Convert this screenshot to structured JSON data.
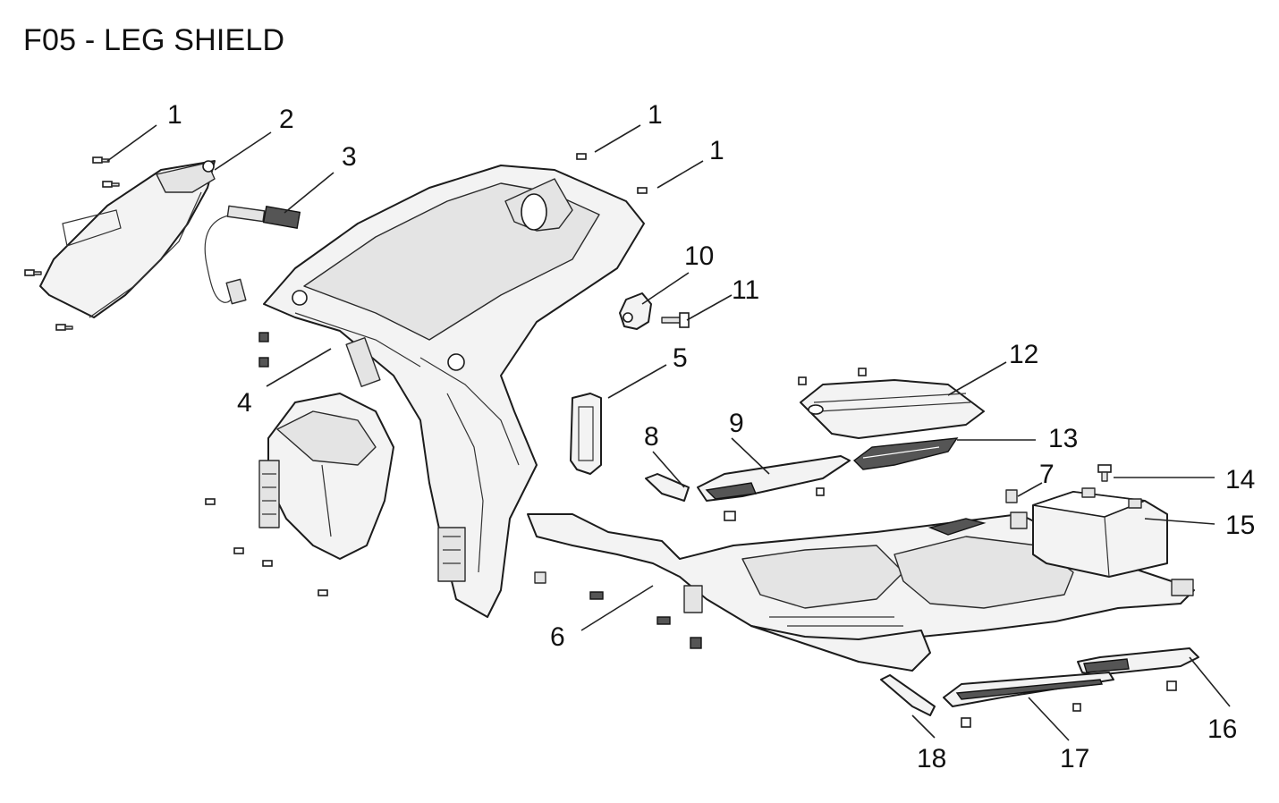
{
  "page": {
    "title": "F05 - LEG SHIELD"
  },
  "callouts": [
    {
      "id": "c1a",
      "label": "1"
    },
    {
      "id": "c2",
      "label": "2"
    },
    {
      "id": "c3",
      "label": "3"
    },
    {
      "id": "c1b",
      "label": "1"
    },
    {
      "id": "c1c",
      "label": "1"
    },
    {
      "id": "c10",
      "label": "10"
    },
    {
      "id": "c11",
      "label": "11"
    },
    {
      "id": "c4",
      "label": "4"
    },
    {
      "id": "c5",
      "label": "5"
    },
    {
      "id": "c12",
      "label": "12"
    },
    {
      "id": "c9",
      "label": "9"
    },
    {
      "id": "c8",
      "label": "8"
    },
    {
      "id": "c13",
      "label": "13"
    },
    {
      "id": "c7",
      "label": "7"
    },
    {
      "id": "c14",
      "label": "14"
    },
    {
      "id": "c15",
      "label": "15"
    },
    {
      "id": "c6",
      "label": "6"
    },
    {
      "id": "c16",
      "label": "16"
    },
    {
      "id": "c18",
      "label": "18"
    },
    {
      "id": "c17",
      "label": "17"
    }
  ],
  "colors": {
    "line": "#1c1c1c",
    "fill_light": "#f3f3f3",
    "fill_mid": "#e4e4e4",
    "fill_dark": "#555555"
  }
}
